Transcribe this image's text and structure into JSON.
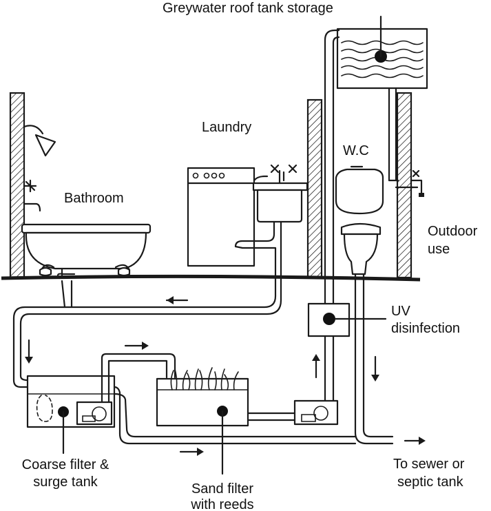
{
  "labels": {
    "roof_tank": "Greywater roof tank storage",
    "laundry": "Laundry",
    "bathroom": "Bathroom",
    "wc": "W.C",
    "outdoor_1": "Outdoor",
    "outdoor_2": "use",
    "uv_1": "UV",
    "uv_2": "disinfection",
    "coarse_1": "Coarse filter &",
    "coarse_2": "surge tank",
    "sand_1": "Sand filter",
    "sand_2": "with reeds",
    "sewer_1": "To sewer or",
    "sewer_2": "septic tank"
  },
  "colors": {
    "ink": "#1a1a1a",
    "background": "#ffffff"
  }
}
